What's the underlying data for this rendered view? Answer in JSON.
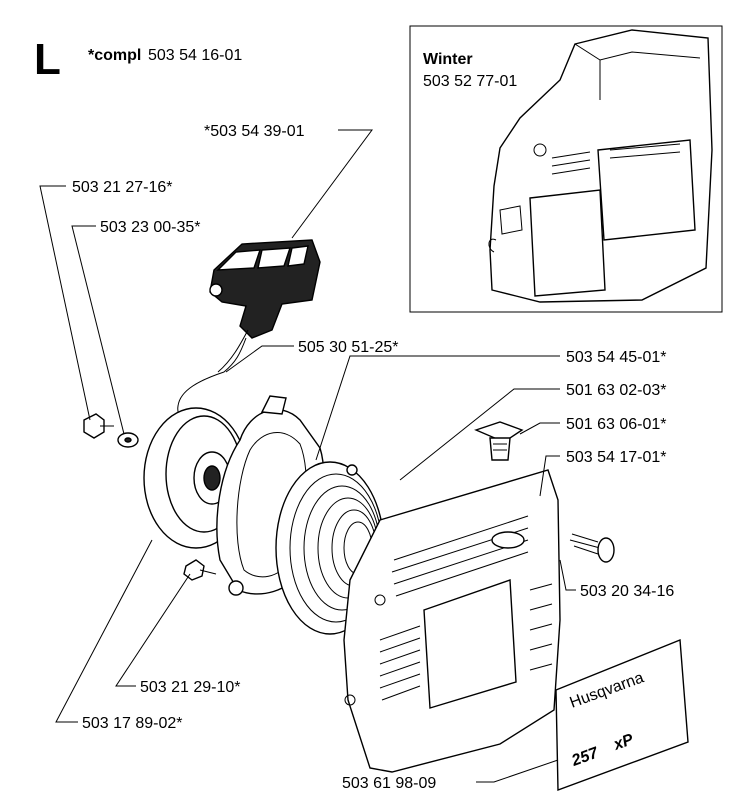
{
  "header": {
    "section_letter": "L",
    "compl_prefix": "*compl",
    "compl_number": "503 54 16-01"
  },
  "inset": {
    "title": "Winter",
    "part_number": "503 52 77-01"
  },
  "parts": {
    "p_handle": "*503 54 39-01",
    "p_screw_left": "503 21 27-16*",
    "p_washer": "503 23 00-35*",
    "p_rope": "505 30 51-25*",
    "p_pulley_cover": "503 54 45-01*",
    "p_spring": "501 63 02-03*",
    "p_plug": "501 63 06-01*",
    "p_starter_cover": "503 54 17-01*",
    "p_screw_right": "503 20 34-16",
    "p_screw_bottom": "503 21 29-10*",
    "p_pulley": "503 17 89-02*",
    "p_decal": "503 61 98-09"
  },
  "decal": {
    "brand": "Husqvarna",
    "model": "257",
    "suffix": "xP"
  }
}
